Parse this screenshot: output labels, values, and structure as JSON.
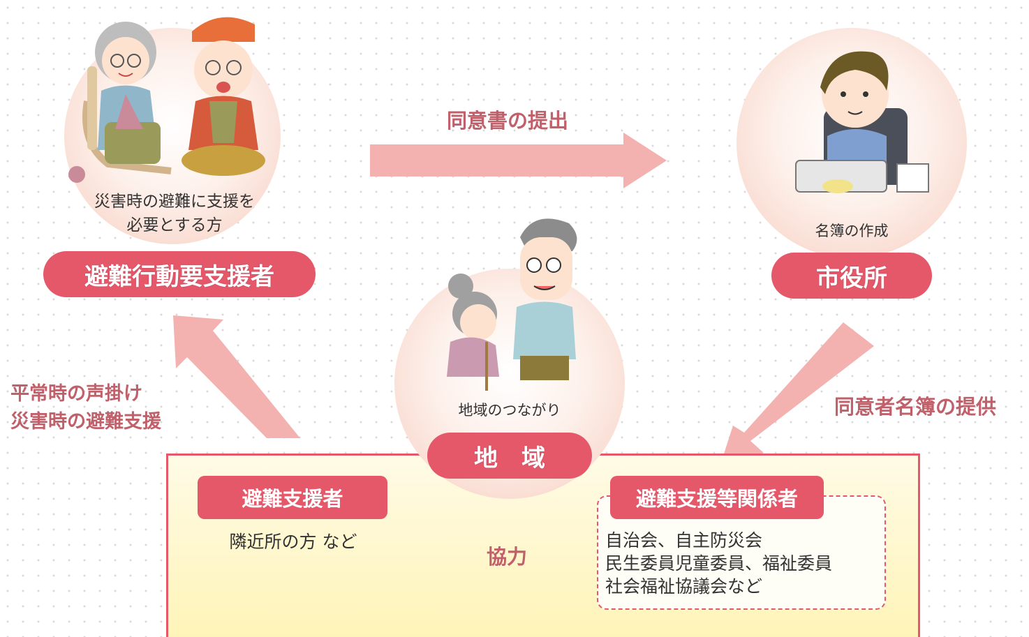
{
  "support_person": {
    "caption_line1": "災害時の避難に支援を",
    "caption_line2": "必要とする方",
    "label": "避難行動要支援者"
  },
  "city_hall": {
    "caption": "名簿の作成",
    "label": "市役所"
  },
  "community": {
    "caption": "地域のつながり",
    "label": "地　域"
  },
  "arrows": {
    "consent_submission": "同意書の提出",
    "list_provision": "同意者名簿の提供",
    "everyday_line1": "平常時の声掛け",
    "everyday_line2": "災害時の避難支援",
    "cooperation": "協力"
  },
  "supporters": {
    "label": "避難支援者",
    "detail": "隣近所の方 など"
  },
  "related_parties": {
    "label": "避難支援等関係者",
    "items": [
      "自治会、自主防災会",
      "民生委員児童委員、福祉委員",
      "社会福祉協議会など"
    ]
  },
  "colors": {
    "accent": "#e4586a",
    "arrow": "#f3b1b0",
    "label_text": "#c0606a",
    "panel_top": "#fffbe6",
    "panel_bottom": "#fff4b8"
  },
  "icons": [
    "elderly-couple-illustration",
    "office-worker-illustration",
    "neighbors-illustration"
  ]
}
